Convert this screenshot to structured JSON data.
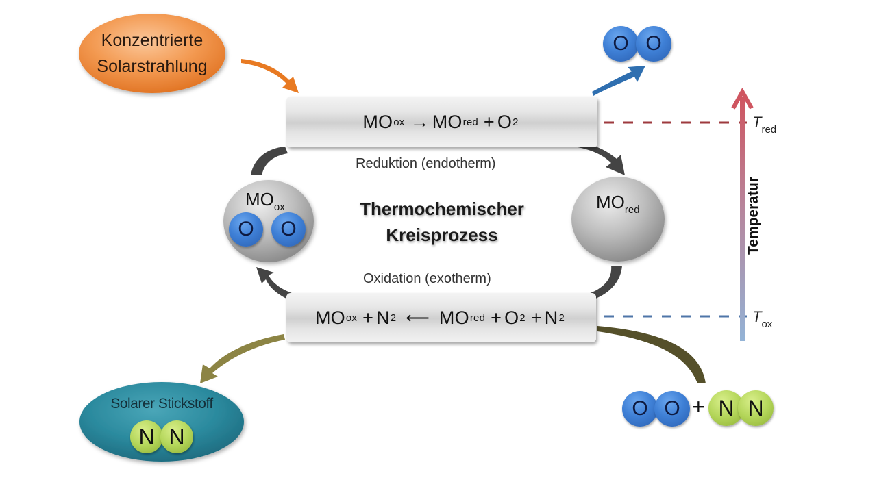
{
  "diagram": {
    "title_line1": "Thermochemischer",
    "title_line2": "Kreisprozess",
    "input_bubble": {
      "line1": "Konzentrierte",
      "line2": "Solarstrahlung",
      "color": "#f28a3a"
    },
    "output_bubble": {
      "label": "Solarer Stickstoff",
      "color": "#2e8ca0"
    },
    "reduction": {
      "equation": {
        "reactant": "MO",
        "reactant_sub": "ox",
        "arrow": "→",
        "product1": "MO",
        "product1_sub": "red",
        "plus": "+",
        "product2": "O",
        "product2_sub": "2"
      },
      "caption": "Reduktion (endotherm)"
    },
    "oxidation": {
      "equation": {
        "p1": "MO",
        "p1_sub": "ox",
        "plus1": "+",
        "p2": "N",
        "p2_sub": "2",
        "arrow": "⟵",
        "r1": "MO",
        "r1_sub": "red",
        "plus2": "+",
        "r2": "O",
        "r2_sub": "2",
        "plus3": "+",
        "r3": "N",
        "r3_sub": "2"
      },
      "caption": "Oxidation (exotherm)"
    },
    "left_node": {
      "label": "MO",
      "sub": "ox",
      "atoms": [
        "O",
        "O"
      ]
    },
    "right_node": {
      "label": "MO",
      "sub": "red"
    },
    "released_oxygen": {
      "atoms": [
        "O",
        "O"
      ]
    },
    "feed_gas": {
      "o_atoms": [
        "O",
        "O"
      ],
      "plus": "+",
      "n_atoms": [
        "N",
        "N"
      ]
    },
    "product_atoms": [
      "N",
      "N"
    ],
    "temperature_axis": {
      "label": "Temperatur",
      "t_red": {
        "symbol": "T",
        "sub": "red",
        "color": "#9e3a3e"
      },
      "t_ox": {
        "symbol": "T",
        "sub": "ox",
        "color": "#4f76a8"
      }
    }
  }
}
